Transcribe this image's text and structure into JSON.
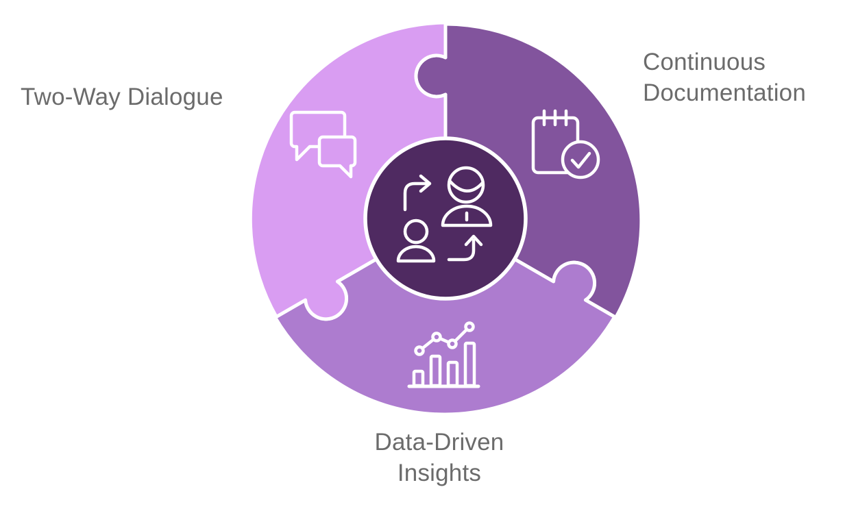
{
  "diagram_title": "Three-part puzzle cycle diagram",
  "colors": {
    "background": "#ffffff",
    "segment_light": "#d99df2",
    "segment_dark": "#82549d",
    "segment_medium": "#ad7ccf",
    "center_circle": "#4f2a61",
    "outline": "#ffffff",
    "label_text": "#6b6b6b"
  },
  "labels": {
    "two_way_dialogue": "Two-Way Dialogue",
    "continuous_documentation": "Continuous Documentation",
    "data_driven_insights": "Data-Driven Insights"
  },
  "segments": [
    {
      "label": "Two-Way Dialogue",
      "icon": "chat-bubbles-icon",
      "color": "#d99df2",
      "position": "top-left"
    },
    {
      "label": "Continuous Documentation",
      "icon": "notepad-check-icon",
      "color": "#82549d",
      "position": "right"
    },
    {
      "label": "Data-Driven Insights",
      "icon": "bar-chart-trend-icon",
      "color": "#ad7ccf",
      "position": "bottom"
    }
  ],
  "center": {
    "icon": "people-exchange-icon",
    "color": "#4f2a61"
  }
}
